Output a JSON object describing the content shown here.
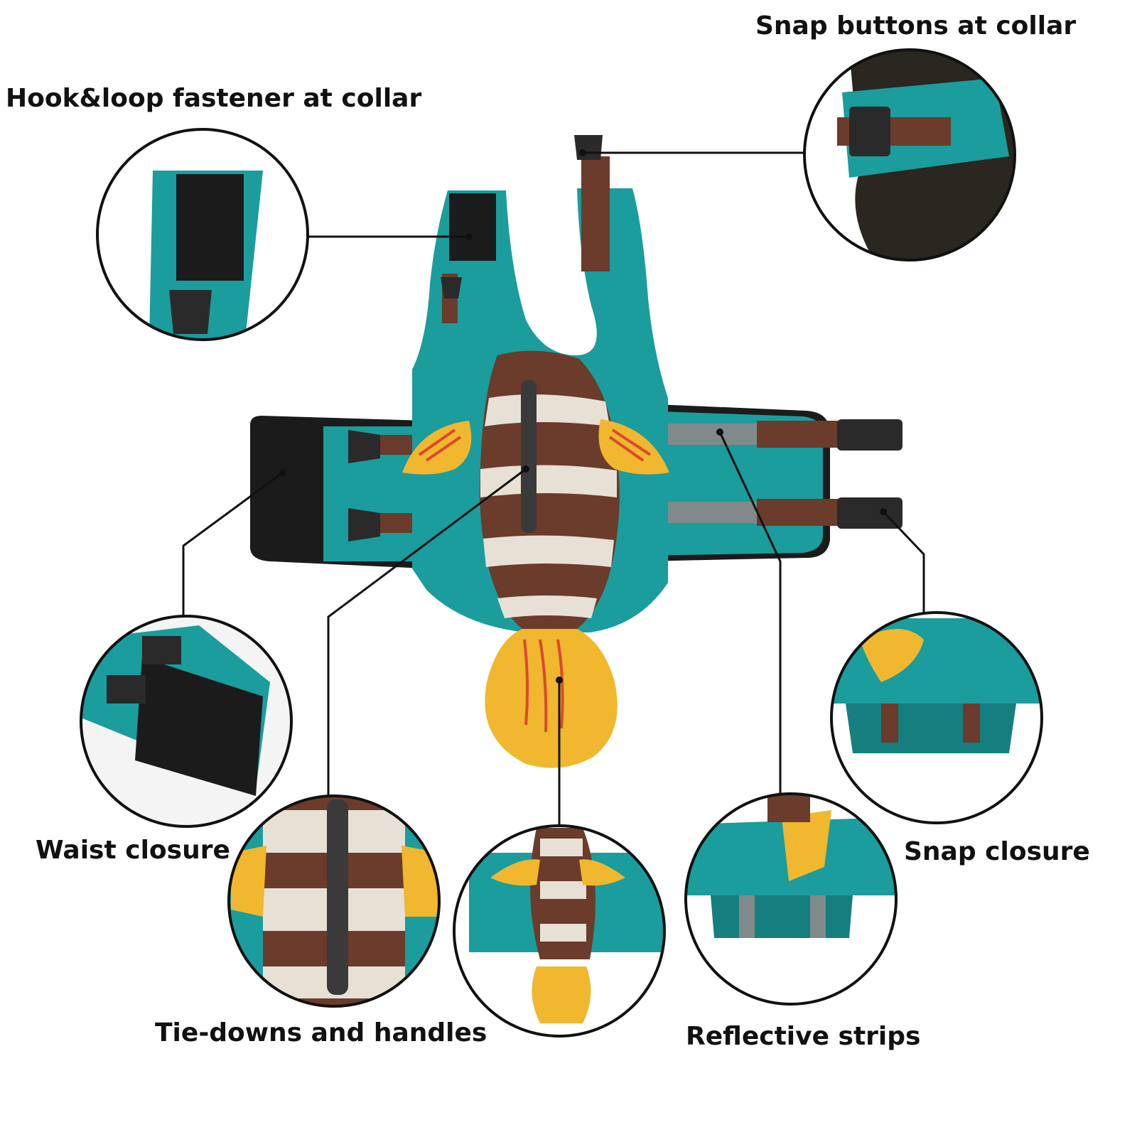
{
  "labels": {
    "snap_buttons_collar": "Snap buttons at collar",
    "hook_loop_collar": "Hook&loop fastener at collar",
    "waist_closure": "Waist closure",
    "snap_closure": "Snap closure",
    "tie_downs_handles": "Tie-downs and handles",
    "reflective_strips": "Reflective strips"
  },
  "colors": {
    "teal": "#1a9d9c",
    "teal_dark": "#157f80",
    "brown": "#6b3b2b",
    "cream": "#e6e1d4",
    "yellow": "#f0b72f",
    "red_stripe": "#d94a2f",
    "black": "#1b1b1b",
    "grey_strip": "#808a8a",
    "line": "#111111"
  }
}
